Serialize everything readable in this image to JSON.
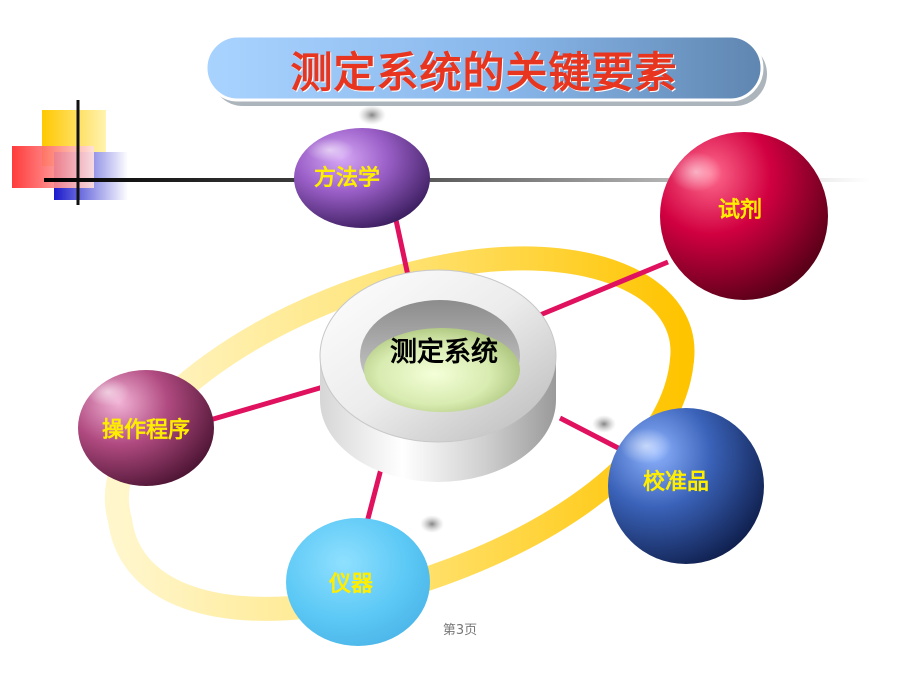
{
  "title": "测定系统的关键要素",
  "center_node": {
    "label": "测定系统"
  },
  "nodes": {
    "methodology": {
      "label": "方法学",
      "color": "#9b5fc8"
    },
    "reagent": {
      "label": "试剂",
      "color": "#c8003a"
    },
    "procedure": {
      "label": "操作程序",
      "color": "#b04a80"
    },
    "calibrator": {
      "label": "校准品",
      "color": "#2d4f9a"
    },
    "instrument": {
      "label": "仪器",
      "color": "#5bc8f5"
    }
  },
  "footer": {
    "page": "第3页"
  },
  "colors": {
    "connector": "#e0115f",
    "ring": "#ffd21a",
    "title": "#e8351f"
  }
}
